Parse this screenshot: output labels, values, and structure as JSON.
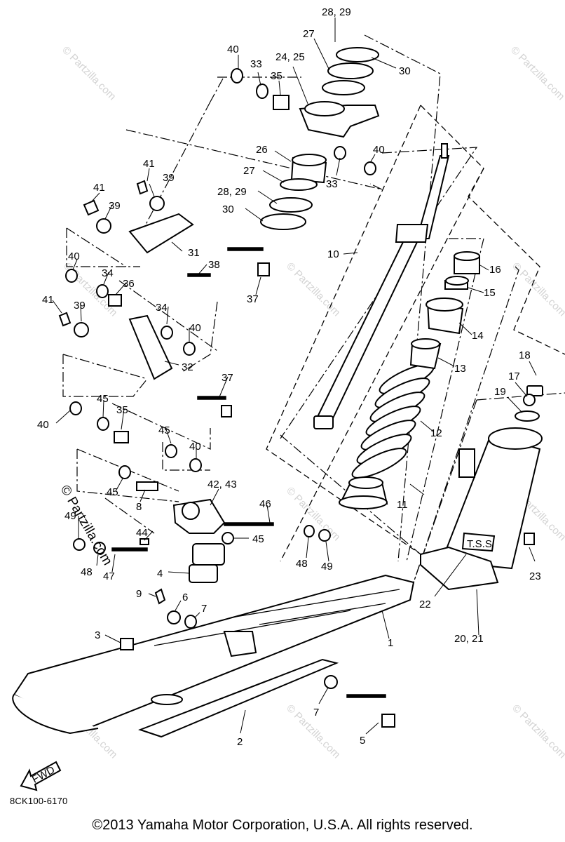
{
  "diagram": {
    "callouts": [
      "1",
      "2",
      "3",
      "4",
      "5",
      "6",
      "7",
      "7",
      "8",
      "9",
      "10",
      "11",
      "12",
      "13",
      "14",
      "15",
      "16",
      "17",
      "18",
      "19",
      "20, 21",
      "22",
      "23",
      "24, 25",
      "26",
      "27",
      "27",
      "28, 29",
      "28, 29",
      "30",
      "30",
      "31",
      "32",
      "33",
      "33",
      "34",
      "34",
      "35",
      "35",
      "36",
      "37",
      "37",
      "38",
      "39",
      "39",
      "39",
      "40",
      "40",
      "40",
      "40",
      "40",
      "40",
      "41",
      "41",
      "41",
      "42, 43",
      "44",
      "45",
      "45",
      "45",
      "45",
      "46",
      "47",
      "48",
      "48",
      "49",
      "49"
    ],
    "badge_text": "T.S.S",
    "fwd_label": "FWD"
  },
  "watermark": {
    "main_text": "© Partzilla.com",
    "tile_text": "© Partzilla.com",
    "tile_color": "#d3d3d3"
  },
  "footer": {
    "part_code": "8CK100-6170",
    "copyright": "©2013  Yamaha Motor Corporation, U.S.A. All rights reserved."
  }
}
